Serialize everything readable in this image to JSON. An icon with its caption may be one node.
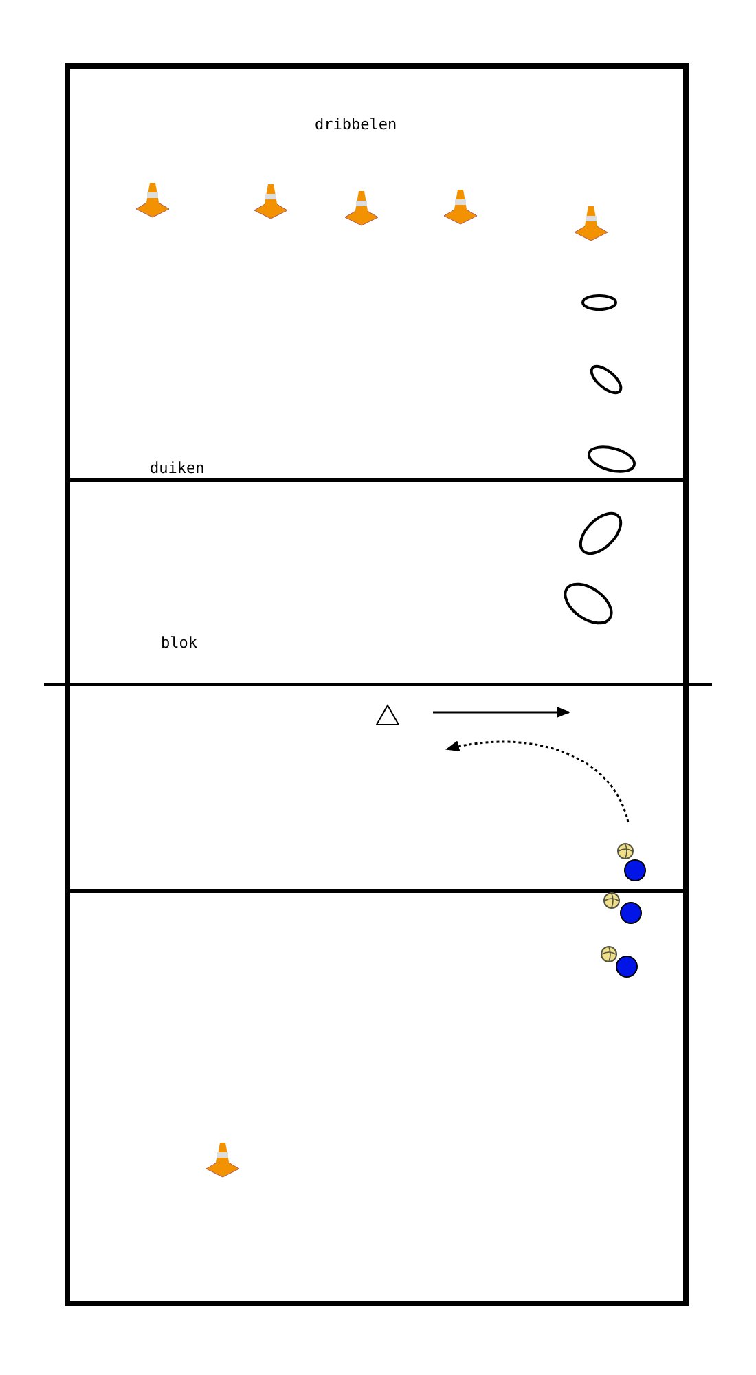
{
  "diagram": {
    "labels": [
      "dribbelen",
      "duiken",
      "blok"
    ]
  }
}
